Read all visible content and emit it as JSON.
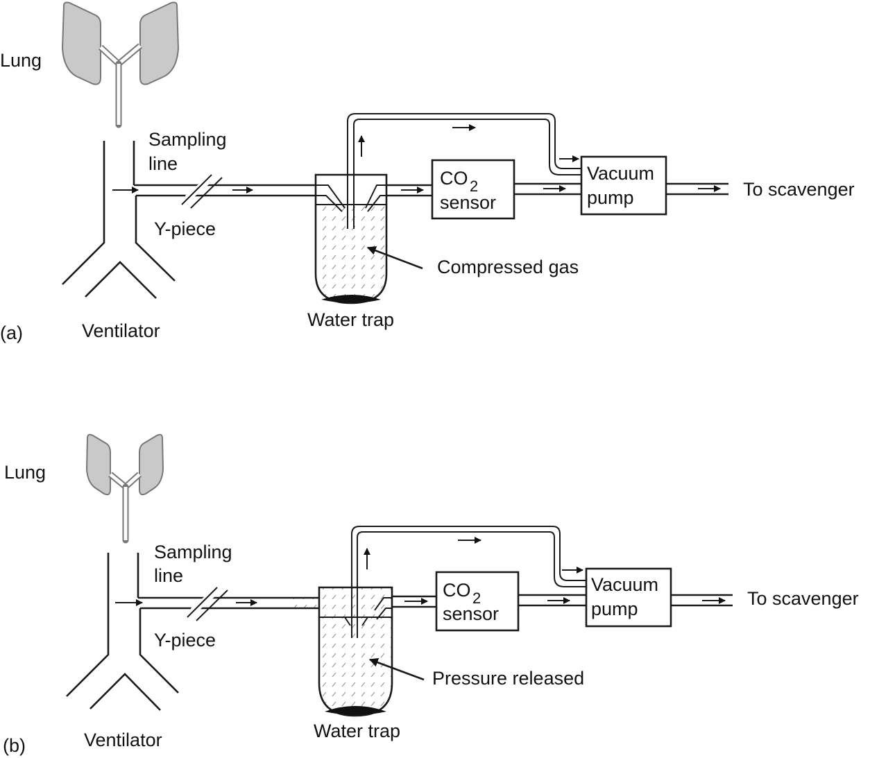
{
  "figure": {
    "panels": [
      {
        "id": "a",
        "panel_label": "(a)",
        "lung": "Lung",
        "sampling_line": [
          "Sampling",
          "line"
        ],
        "y_piece": "Y-piece",
        "ventilator": "Ventilator",
        "water_trap": "Water trap",
        "co2_main": "CO",
        "co2_sub": "2",
        "co2_sensor": "sensor",
        "vacuum": "Vacuum",
        "pump": "pump",
        "scavenger": "To scavenger",
        "annotation": "Compressed gas"
      },
      {
        "id": "b",
        "panel_label": "(b)",
        "lung": "Lung",
        "sampling_line": [
          "Sampling",
          "line"
        ],
        "y_piece": "Y-piece",
        "ventilator": "Ventilator",
        "water_trap": "Water trap",
        "co2_main": "CO",
        "co2_sub": "2",
        "co2_sensor": "sensor",
        "vacuum": "Vacuum",
        "pump": "pump",
        "scavenger": "To scavenger",
        "annotation": "Pressure released"
      }
    ],
    "colors": {
      "line": "#1a1a1a",
      "lung_fill": "#c9c9c9",
      "hatch": "#9a9a9a",
      "sediment": "#111111"
    }
  }
}
